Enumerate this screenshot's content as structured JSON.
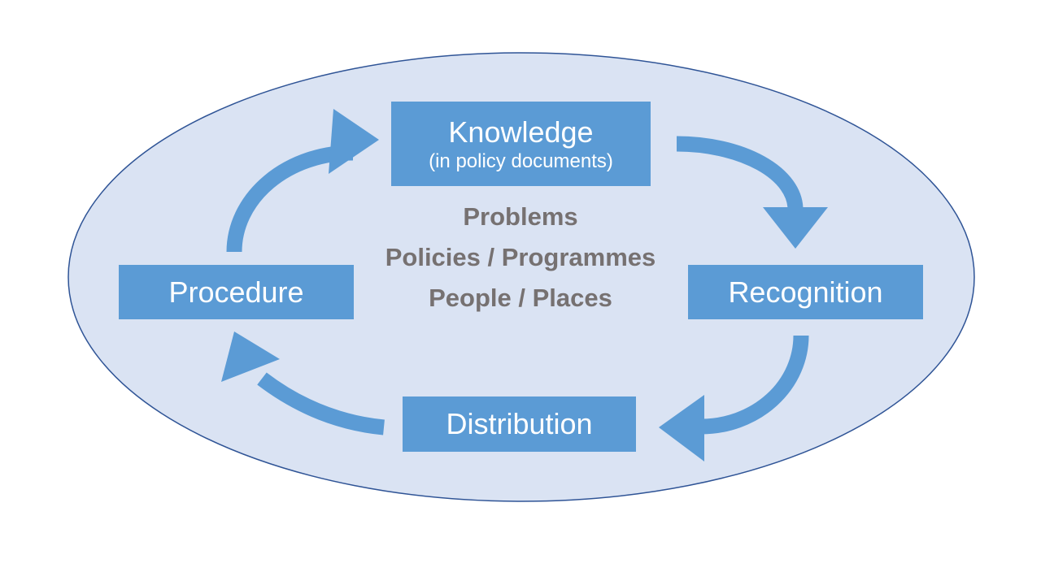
{
  "diagram": {
    "nodes": {
      "knowledge": {
        "title": "Knowledge",
        "subtitle": "(in policy documents)"
      },
      "recognition": {
        "label": "Recognition"
      },
      "distribution": {
        "label": "Distribution"
      },
      "procedure": {
        "label": "Procedure"
      }
    },
    "center_text": {
      "line1": "Problems",
      "line2": "Policies / Programmes",
      "line3": "People / Places"
    },
    "arrows": [
      {
        "name": "procedure-to-knowledge",
        "direction": "up-right"
      },
      {
        "name": "knowledge-to-recognition",
        "direction": "down-right"
      },
      {
        "name": "recognition-to-distribution",
        "direction": "down-left"
      },
      {
        "name": "distribution-to-procedure",
        "direction": "up-left"
      }
    ],
    "colors": {
      "node_fill": "#5B9BD5",
      "arrow": "#5B9BD5",
      "ellipse_fill": "#DAE3F3",
      "ellipse_stroke": "#2F5496",
      "node_text": "#FFFFFF",
      "center_text": "#767171",
      "background": "#FFFFFF"
    }
  }
}
